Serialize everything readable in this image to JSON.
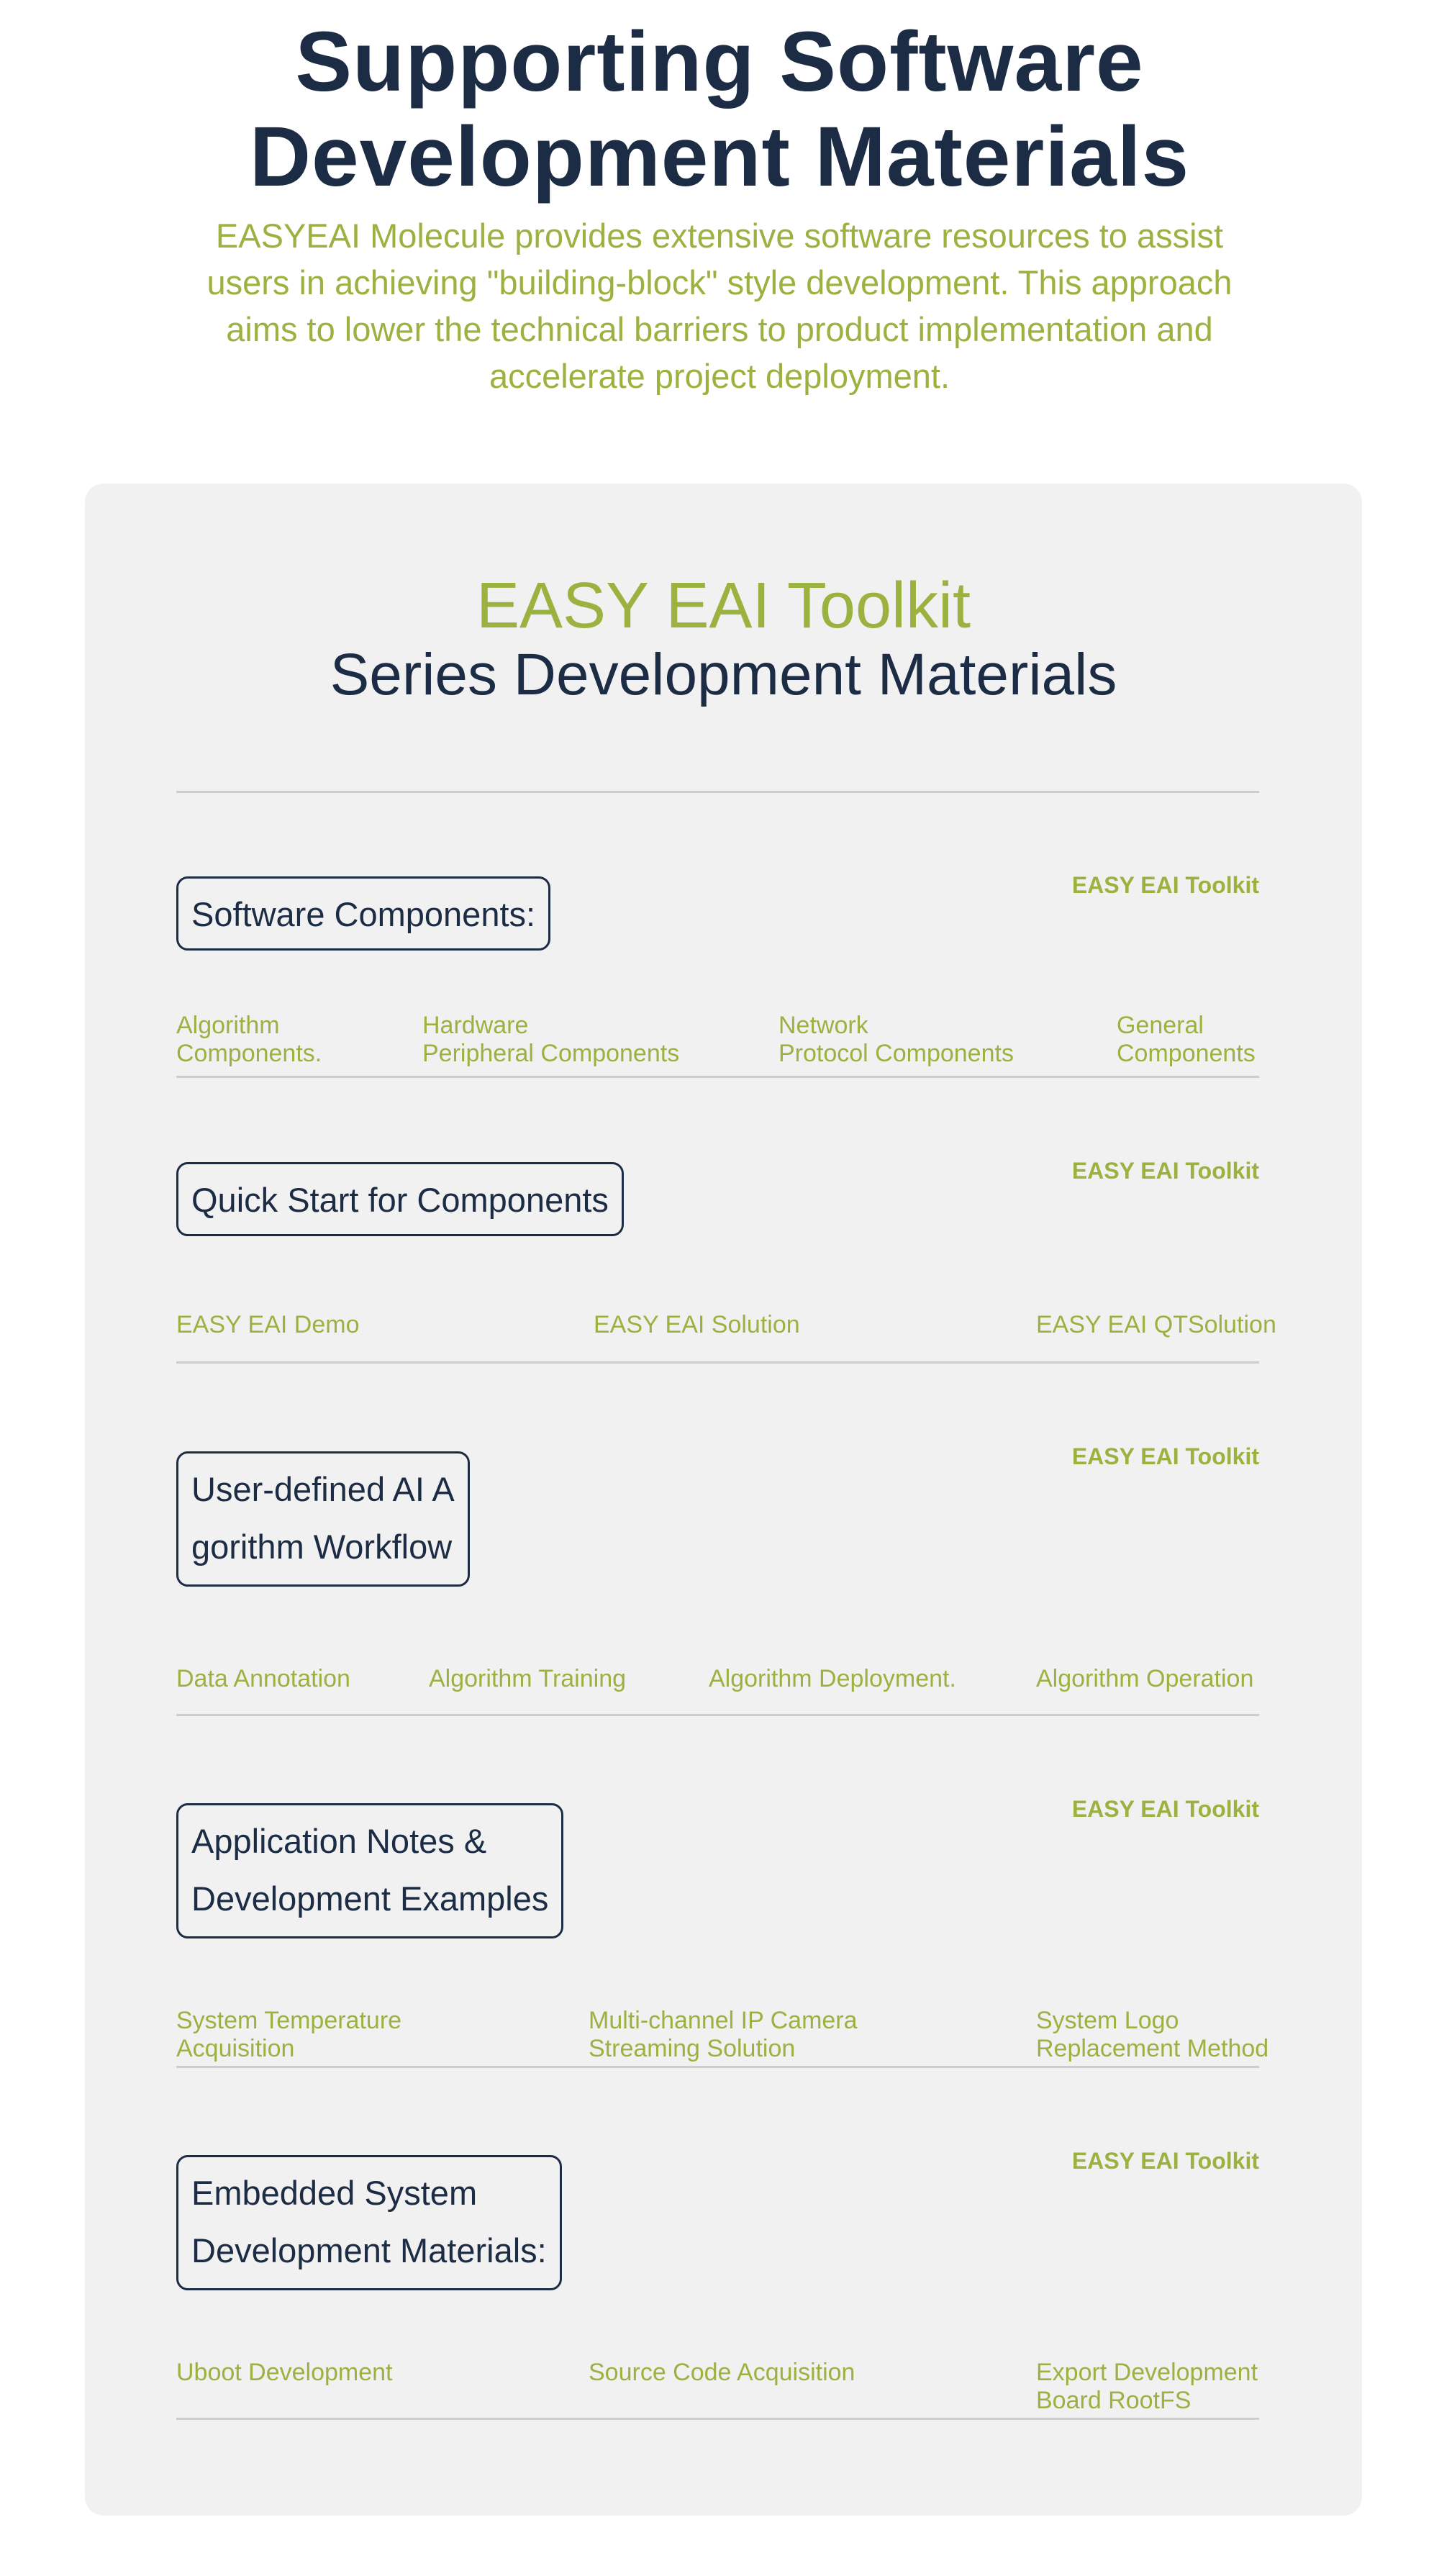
{
  "header": {
    "title_line1": "Supporting Software",
    "title_line2": "Development Materials",
    "subtitle": "EASYEAI Molecule provides extensive software resources to assist users in achieving \"building-block\" style development. This approach aims to lower the technical barriers to product implementation and accelerate project deployment."
  },
  "panel": {
    "title_accent": "EASY EAI Toolkit",
    "title_main": "Series Development Materials",
    "brand_tag": "EASY EAI Toolkit"
  },
  "sections": [
    {
      "title": "Software Components:",
      "items": [
        {
          "line1": "Algorithm",
          "line2": "Components."
        },
        {
          "line1": "Hardware",
          "line2": "Peripheral Components"
        },
        {
          "line1": "Network",
          "line2": "Protocol Components"
        },
        {
          "line1": "General",
          "line2": "Components"
        }
      ]
    },
    {
      "title": "Quick Start for Components",
      "items": [
        {
          "line1": "EASY EAI Demo"
        },
        {
          "line1": "EASY EAI Solution"
        },
        {
          "line1": "EASY EAI QTSolution"
        }
      ]
    },
    {
      "title_line1": "User-defined AI A",
      "title_line2": "gorithm Workflow",
      "items": [
        {
          "line1": "Data Annotation"
        },
        {
          "line1": "Algorithm Training"
        },
        {
          "line1": "Algorithm Deployment."
        },
        {
          "line1": "Algorithm Operation"
        }
      ]
    },
    {
      "title_line1": "Application Notes &",
      "title_line2": "Development Examples",
      "items": [
        {
          "line1": "System Temperature",
          "line2": "Acquisition"
        },
        {
          "line1": "Multi-channel IP Camera",
          "line2": "Streaming Solution"
        },
        {
          "line1": "System Logo",
          "line2": "Replacement Method"
        }
      ]
    },
    {
      "title_line1": "Embedded System",
      "title_line2": "Development Materials:",
      "items": [
        {
          "line1": "Uboot Development"
        },
        {
          "line1": "Source Code Acquisition"
        },
        {
          "line1": "Export Development",
          "line2": "Board RootFS"
        }
      ]
    }
  ],
  "colors": {
    "heading": "#1d2c45",
    "accent": "#9bb241",
    "panel_bg": "#f1f1f1",
    "divider": "#cdcdcd"
  }
}
